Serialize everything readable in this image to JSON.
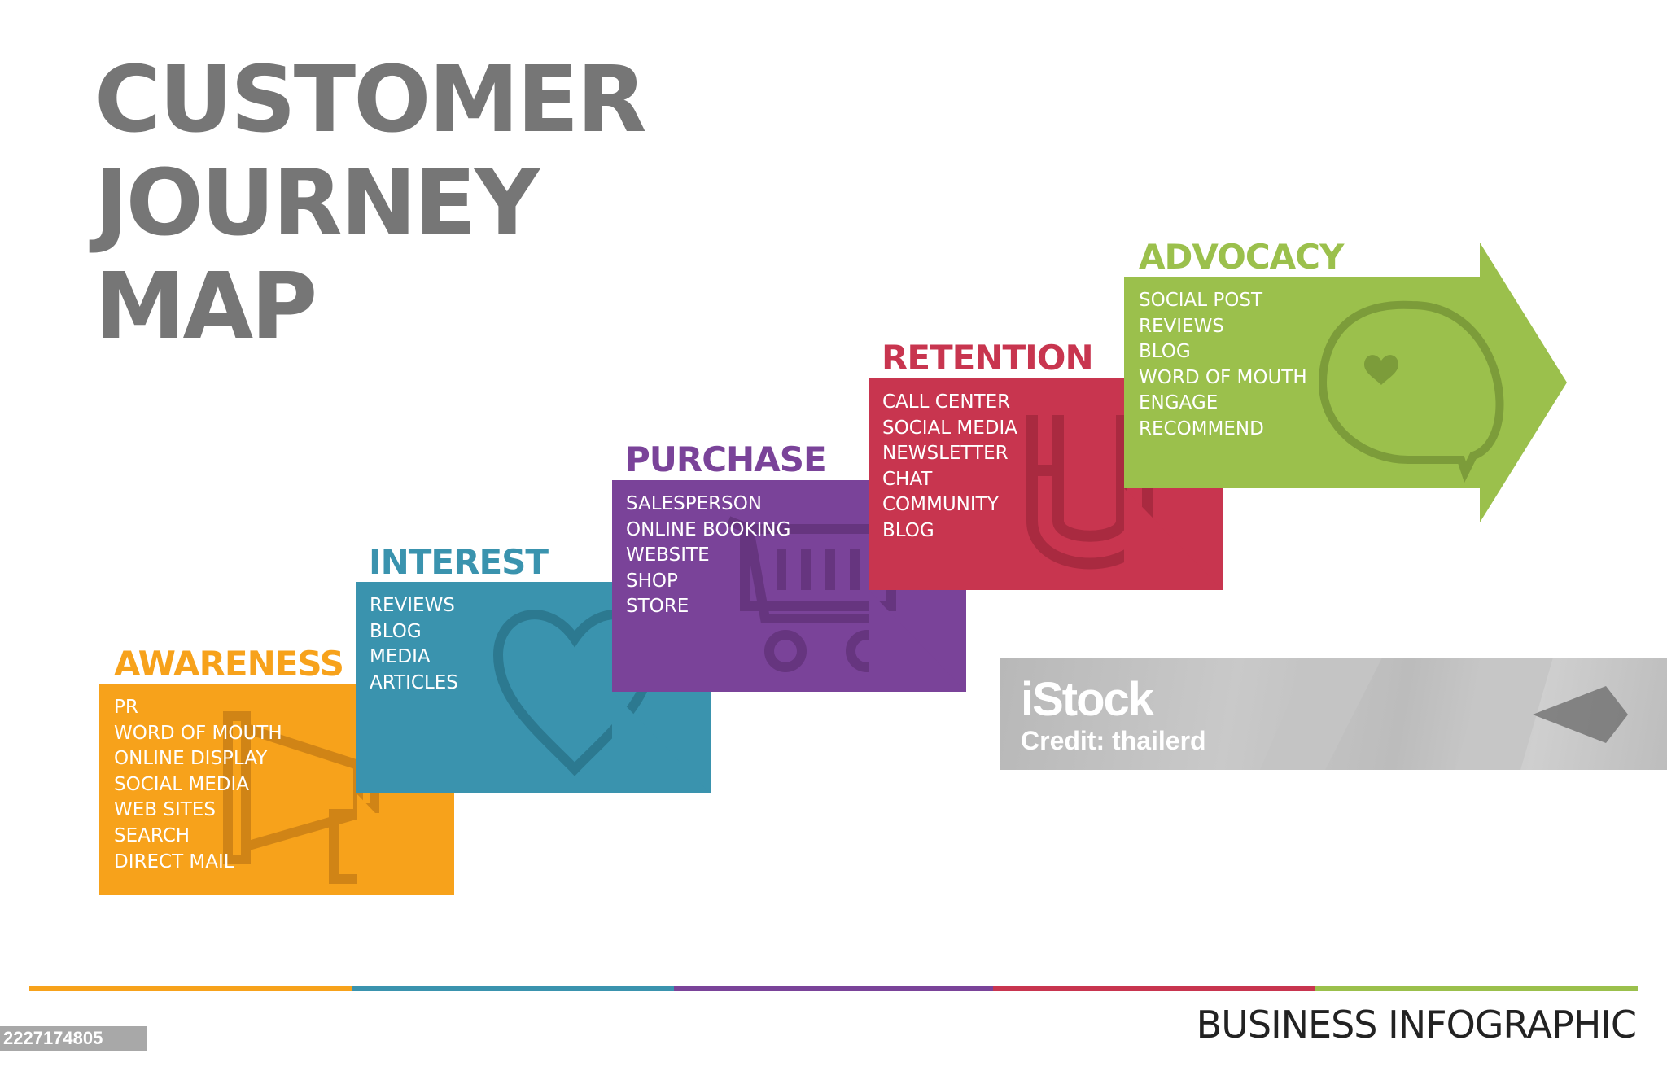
{
  "title_lines": [
    "CUSTOMER",
    "JOURNEY",
    "MAP"
  ],
  "stages": [
    {
      "title": "AWARENESS",
      "color": "#F7A21B",
      "dark": "#2f7386",
      "items": [
        "PR",
        "WORD OF MOUTH",
        "ONLINE DISPLAY",
        "SOCIAL MEDIA",
        "WEB SITES",
        "SEARCH",
        "DIRECT MAIL"
      ],
      "icon": "megaphone-icon"
    },
    {
      "title": "INTEREST",
      "color": "#3A93AE",
      "dark": "#2a6b80",
      "items": [
        "REVIEWS",
        "BLOG",
        "MEDIA",
        "ARTICLES"
      ],
      "icon": "heart-icon"
    },
    {
      "title": "PURCHASE",
      "color": "#7A4399",
      "dark": "#5a306f",
      "items": [
        "SALESPERSON",
        "ONLINE BOOKING",
        "WEBSITE",
        "SHOP",
        "STORE"
      ],
      "icon": "shopping-cart-icon"
    },
    {
      "title": "RETENTION",
      "color": "#C8354F",
      "dark": "#962739",
      "items": [
        "CALL CENTER",
        "SOCIAL MEDIA",
        "NEWSLETTER",
        "CHAT",
        "COMMUNITY",
        "BLOG"
      ],
      "icon": "magnet-icon"
    },
    {
      "title": "ADVOCACY",
      "color": "#9BC04C",
      "dark": "#74913a",
      "items": [
        "SOCIAL POST",
        "REVIEWS",
        "BLOG",
        "WORD OF MOUTH",
        "ENGAGE",
        "RECOMMEND"
      ],
      "icon": "speech-bubble-heart-icon"
    }
  ],
  "watermark": {
    "logo": "iStock",
    "credit": "Credit: thailerd"
  },
  "footer": {
    "label": "BUSINESS INFOGRAPHIC"
  },
  "image_id": "2227174805"
}
